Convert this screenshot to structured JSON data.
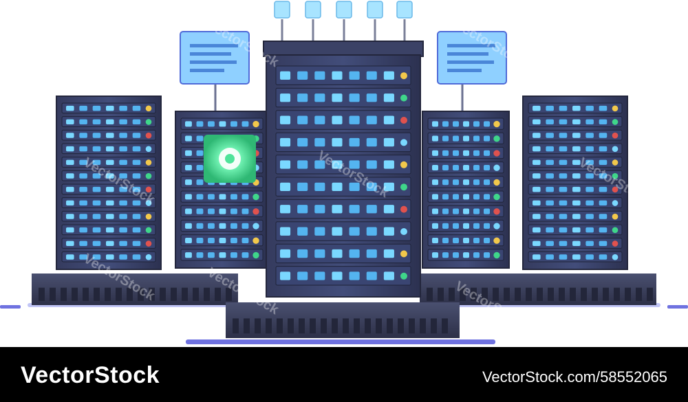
{
  "footer": {
    "brand": "VectorStock",
    "image_id": "VectorStock.com/58552065"
  },
  "watermark": {
    "text": "VectorStock"
  },
  "colors": {
    "background": "#ffffff",
    "footer": "#000000",
    "rack_dark": "#2b2f48",
    "rack_panel": "#3f4a72",
    "led_blue": "#54b4f0",
    "led_cyan": "#7ad8ff",
    "monitor": "#8fd0ff",
    "status_green": "#3fd68a",
    "status_yellow": "#f2c84b",
    "status_red": "#e0524e",
    "shadow": "#6f72e0"
  },
  "icons": [
    "server-rack",
    "monitor-screen",
    "network-connector",
    "gear-icon"
  ]
}
